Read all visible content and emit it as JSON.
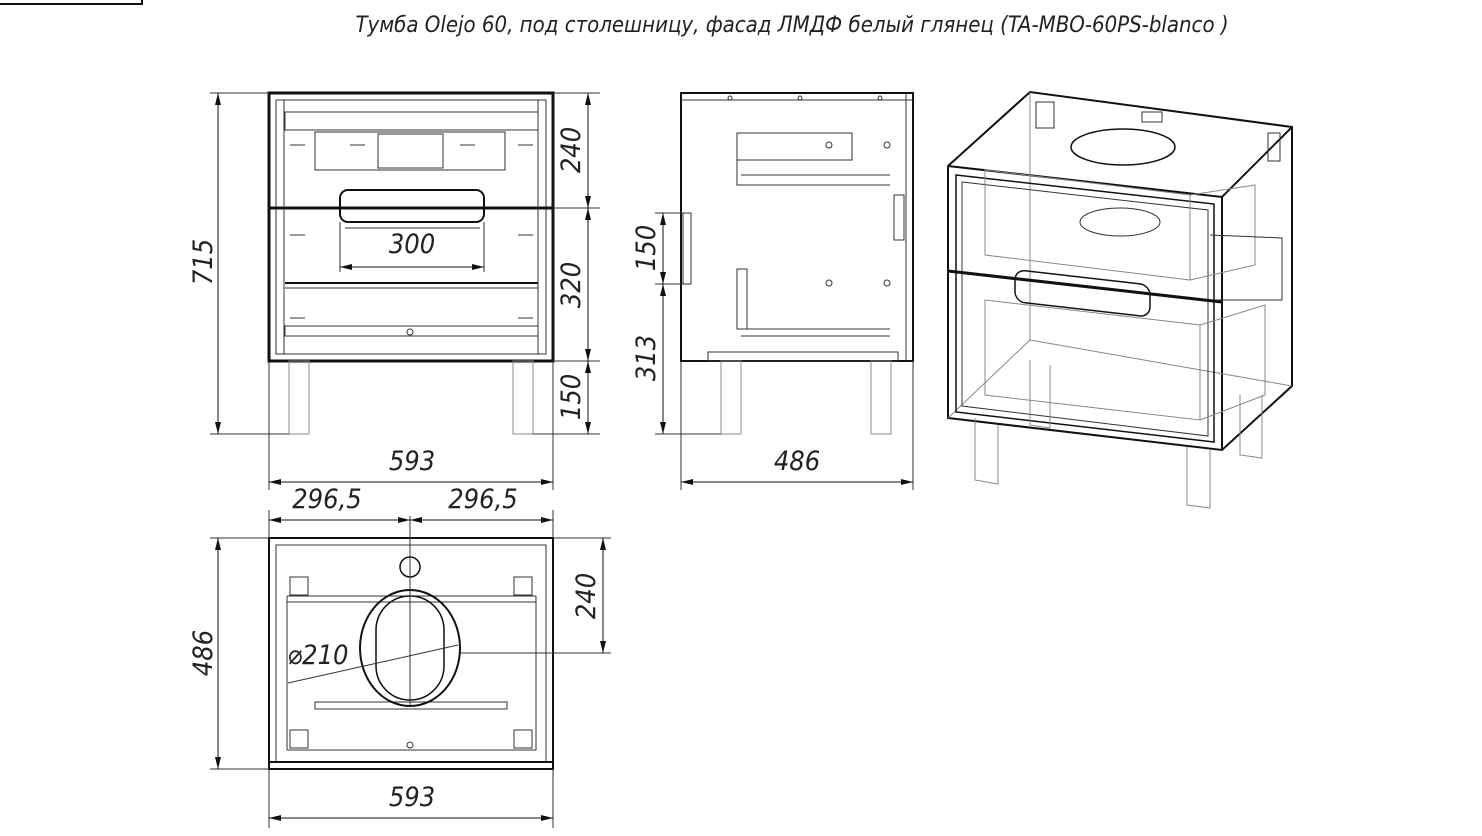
{
  "title": "Тумба Olejo 60, под столешницу, фасад ЛМДФ белый глянец (TA-MBO-60PS-blanco )",
  "front_view": {
    "height_total": "715",
    "height_top_drawer": "240",
    "height_bottom_drawer": "320",
    "height_legs": "150",
    "width": "593",
    "handle_width": "300"
  },
  "side_view": {
    "hinge_height": "150",
    "hinge_offset": "313",
    "depth": "486"
  },
  "top_view": {
    "half_width_left": "296,5",
    "half_width_right": "296,5",
    "depth": "486",
    "hole_offset": "240",
    "hole_diameter": "⌀210",
    "width": "593"
  }
}
